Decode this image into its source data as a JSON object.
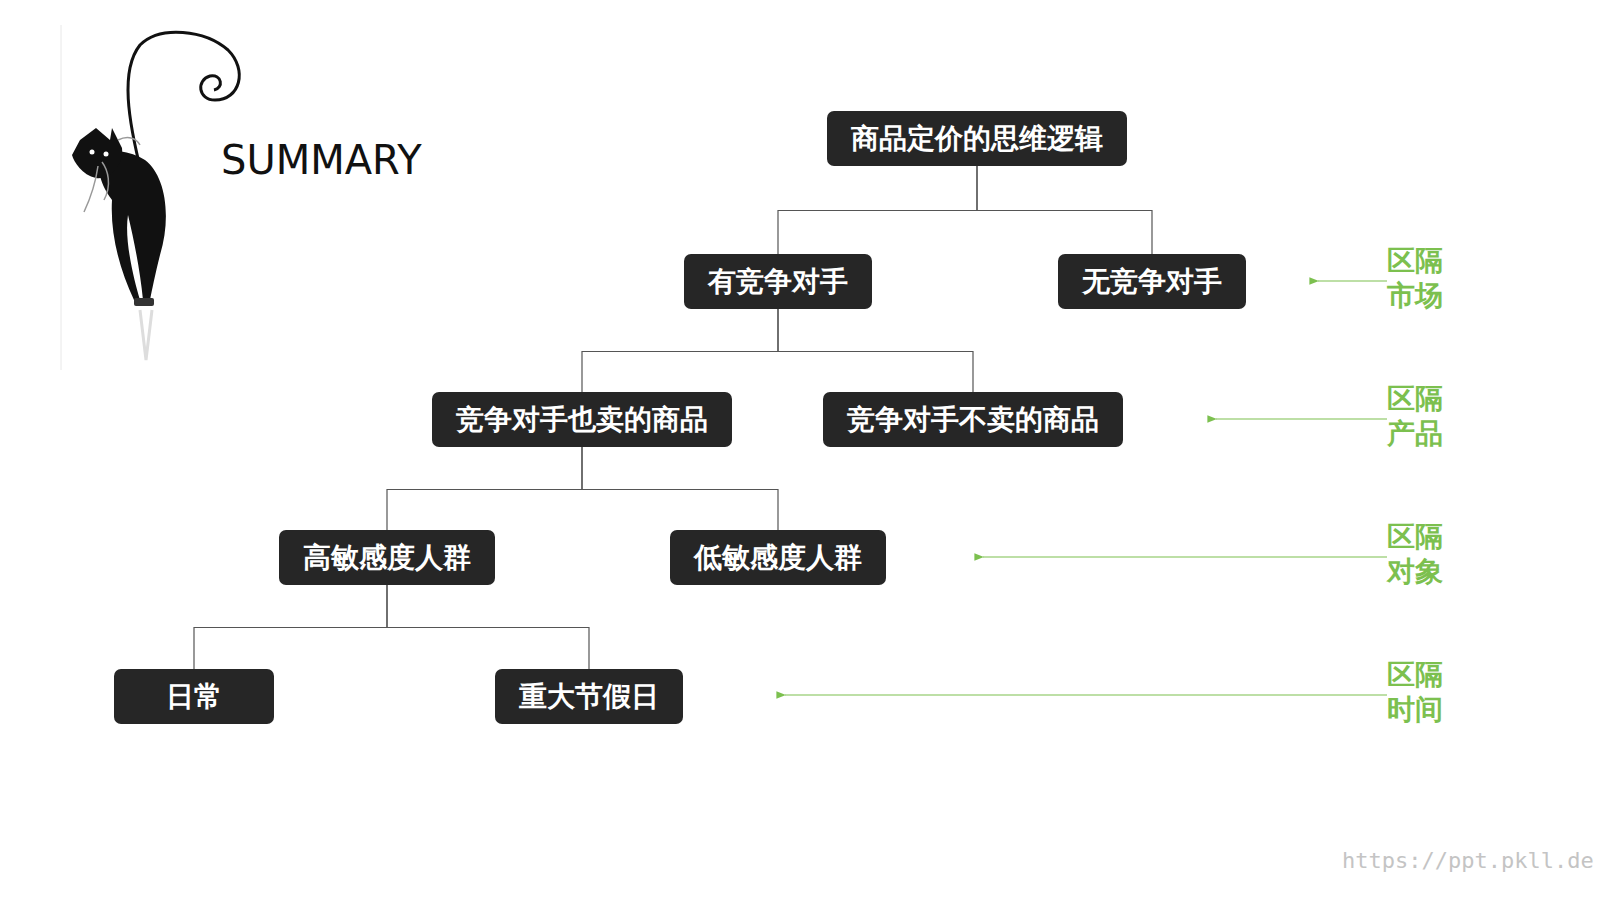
{
  "diagram": {
    "nodes": [
      {
        "text": [
          "商品定价的思维逻辑"
        ]
      },
      {
        "text": [
          "有竞争对手"
        ]
      },
      {
        "text": [
          "无竞争对手"
        ]
      },
      {
        "text": [
          "竞争对手也卖的商品"
        ]
      },
      {
        "text": [
          "竞争对手不卖的商品"
        ]
      },
      {
        "text": [
          "高敏感度人群"
        ]
      },
      {
        "text": [
          "低敏感度人群"
        ]
      },
      {
        "text": [
          "日常"
        ]
      },
      {
        "text": [
          "重大节假日"
        ]
      }
    ],
    "edges": [
      {
        "from": 0,
        "to": 1,
        "arrow": "none"
      },
      {
        "from": 0,
        "to": 2,
        "arrow": "none"
      },
      {
        "from": 1,
        "to": 3,
        "arrow": "none"
      },
      {
        "from": 1,
        "to": 4,
        "arrow": "none"
      },
      {
        "from": 3,
        "to": 5,
        "arrow": "none"
      },
      {
        "from": 3,
        "to": 6,
        "arrow": "none"
      },
      {
        "from": 5,
        "to": 7,
        "arrow": "none"
      },
      {
        "from": 5,
        "to": 8,
        "arrow": "none"
      }
    ],
    "labels": [
      "SUMMARY",
      "区隔市场",
      "区隔产品",
      "区隔对象",
      "区隔时间",
      "https://ppt.pkll.de"
    ]
  }
}
